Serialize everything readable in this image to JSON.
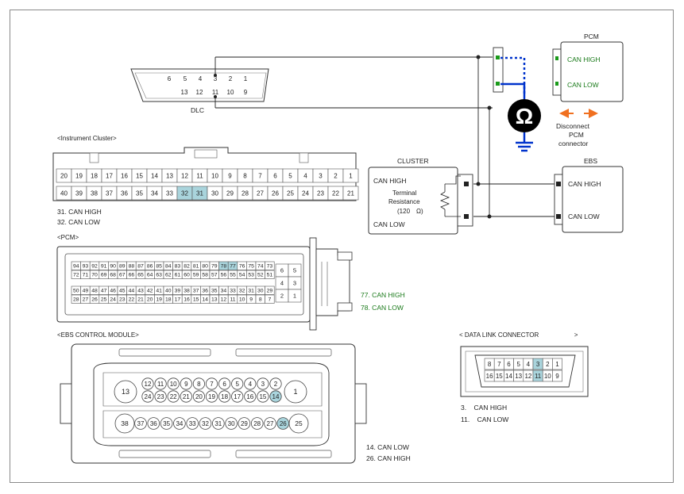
{
  "dlc": {
    "label": "DLC",
    "top_pins": [
      "6",
      "5",
      "4",
      "3",
      "2",
      "1"
    ],
    "bottom_pins": [
      "13",
      "12",
      "11",
      "10",
      "9"
    ]
  },
  "pcm_box": {
    "title": "PCM",
    "can_high": "CAN HIGH",
    "can_low": "CAN LOW"
  },
  "ebs_box": {
    "title": "EBS",
    "can_high": "CAN HIGH",
    "can_low": "CAN LOW"
  },
  "cluster_box": {
    "title": "CLUSTER",
    "can_high": "CAN HIGH",
    "can_low": "CAN LOW",
    "terminal_line1": "Terminal",
    "terminal_line2": "Resistance",
    "terminal_line3": "(120　Ω)"
  },
  "ohm_symbol": "Ω",
  "disconnect_note": [
    "Disconnect",
    "PCM",
    "connector"
  ],
  "instrument_cluster": {
    "title": "<Instrument Cluster>",
    "top_pins": [
      "20",
      "19",
      "18",
      "17",
      "16",
      "15",
      "14",
      "13",
      "12",
      "11",
      "10",
      "9",
      "8",
      "7",
      "6",
      "5",
      "4",
      "3",
      "2",
      "1"
    ],
    "bottom_pins": [
      "40",
      "39",
      "38",
      "37",
      "36",
      "35",
      "34",
      "33",
      "32",
      "31",
      "30",
      "29",
      "28",
      "27",
      "26",
      "25",
      "24",
      "23",
      "22",
      "21"
    ],
    "highlight": [
      "32",
      "31"
    ],
    "notes": [
      "31.   CAN HIGH",
      "32.   CAN LOW"
    ]
  },
  "pcm_connector": {
    "title": "<PCM>",
    "row1": [
      "94",
      "93",
      "92",
      "91",
      "90",
      "89",
      "88",
      "87",
      "86",
      "85",
      "84",
      "83",
      "82",
      "81",
      "80",
      "79",
      "78",
      "77",
      "76",
      "75",
      "74",
      "73"
    ],
    "row2": [
      "72",
      "71",
      "70",
      "69",
      "68",
      "67",
      "66",
      "65",
      "64",
      "63",
      "62",
      "61",
      "60",
      "59",
      "58",
      "57",
      "56",
      "55",
      "54",
      "53",
      "52",
      "51"
    ],
    "row3": [
      "50",
      "49",
      "48",
      "47",
      "46",
      "45",
      "44",
      "43",
      "42",
      "41",
      "40",
      "39",
      "38",
      "37",
      "36",
      "35",
      "34",
      "33",
      "32",
      "31",
      "30",
      "29"
    ],
    "row4": [
      "28",
      "27",
      "26",
      "25",
      "24",
      "23",
      "22",
      "21",
      "20",
      "19",
      "18",
      "17",
      "16",
      "15",
      "14",
      "13",
      "12",
      "11",
      "10",
      "9",
      "8",
      "7"
    ],
    "side_pins": [
      [
        "6",
        "5"
      ],
      [
        "4",
        "3"
      ],
      [
        "2",
        "1"
      ]
    ],
    "highlight": [
      "78",
      "77"
    ],
    "notes": [
      "77.   CAN HIGH",
      "78.   CAN LOW"
    ]
  },
  "ebs_module": {
    "title": "<EBS CONTROL MODULE>",
    "row1": [
      "12",
      "11",
      "10",
      "9",
      "8",
      "7",
      "6",
      "5",
      "4",
      "3",
      "2"
    ],
    "row2": [
      "24",
      "23",
      "22",
      "21",
      "20",
      "19",
      "18",
      "17",
      "16",
      "15",
      "14"
    ],
    "row3": [
      "37",
      "36",
      "35",
      "34",
      "33",
      "32",
      "31",
      "30",
      "29",
      "28",
      "27",
      "26"
    ],
    "big_pins": [
      "13",
      "1",
      "38",
      "25"
    ],
    "highlight": [
      "14",
      "26"
    ],
    "notes": [
      "14. CAN LOW",
      "26. CAN HIGH"
    ]
  },
  "data_link_connector": {
    "title": "< DATA LINK CONNECTOR                    >",
    "top_pins": [
      "8",
      "7",
      "6",
      "5",
      "4",
      "3",
      "2",
      "1"
    ],
    "bottom_pins": [
      "16",
      "15",
      "14",
      "13",
      "12",
      "11",
      "10",
      "9"
    ],
    "highlight": [
      "3",
      "11"
    ],
    "notes": [
      "3.    CAN HIGH",
      "11.    CAN LOW"
    ]
  },
  "colors": {
    "highlight": "#a9d4dc",
    "wire_blue": "#0033cc",
    "arrow_orange": "#f07020",
    "pin_green": "#1a9a1a",
    "note_green": "#1a7a1a"
  }
}
